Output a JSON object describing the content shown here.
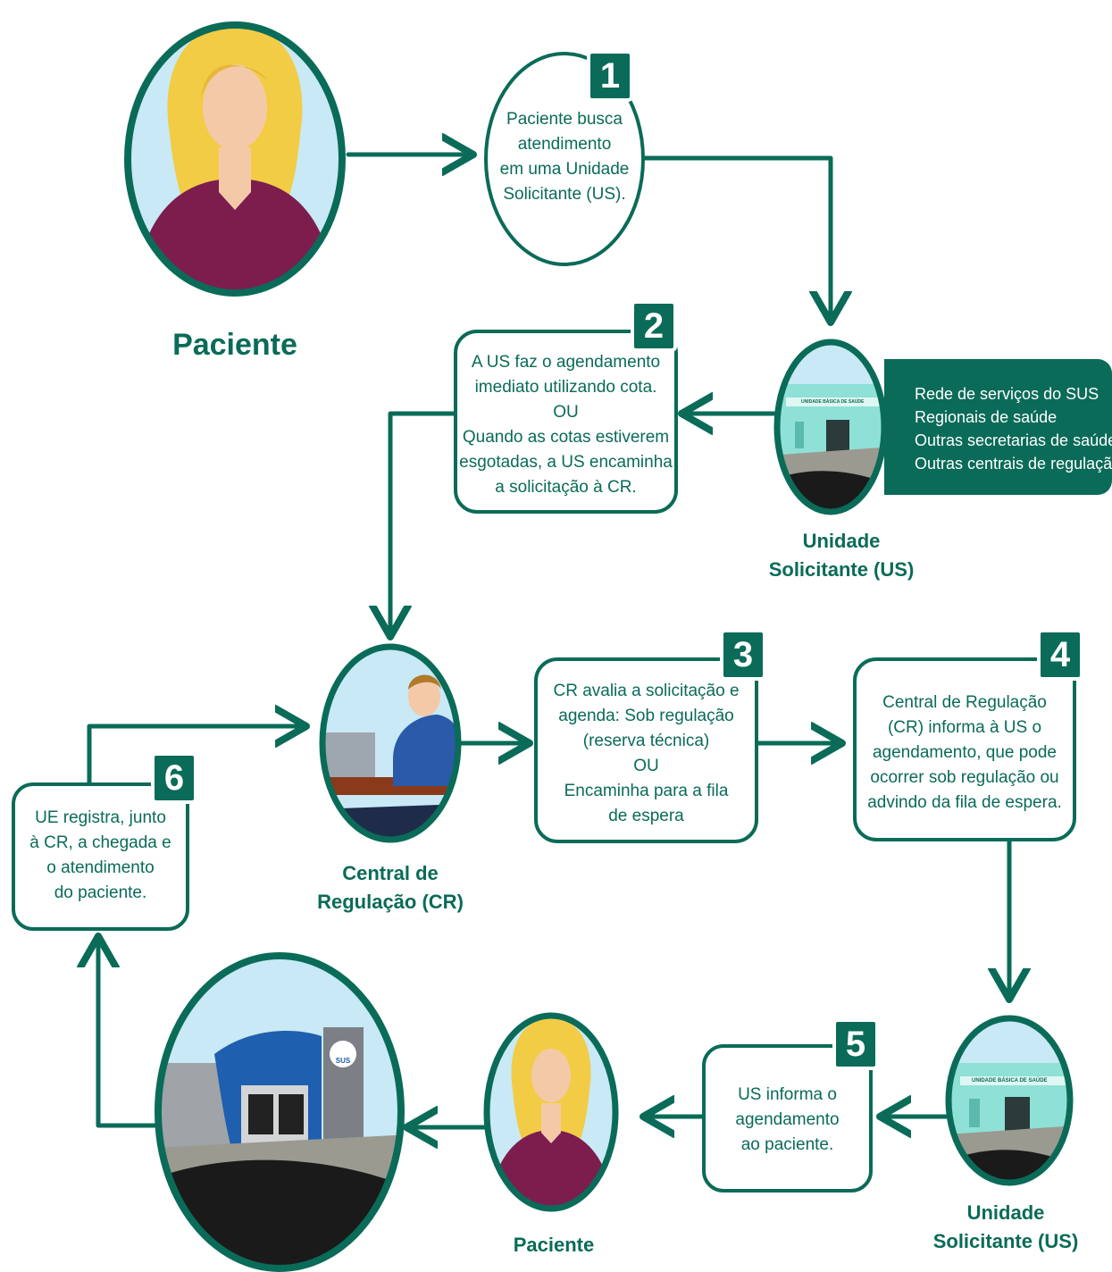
{
  "colors": {
    "primary": "#0a6b58",
    "sky": "#c8e9f5",
    "hair": "#f2cc45",
    "shirt": "#7c1d4e",
    "building": "#8fe0d6"
  },
  "nodes": {
    "paciente_top": {
      "label": "Paciente"
    },
    "us_top": {
      "label_lines": [
        "Unidade",
        "Solicitante (US)"
      ]
    },
    "cr": {
      "label_lines": [
        "Central de",
        "Regulação (CR)"
      ]
    },
    "us_bottom": {
      "label_lines": [
        "Unidade",
        "Solicitante (US)"
      ]
    },
    "paciente_bottom": {
      "label": "Paciente"
    }
  },
  "us_network": [
    "Rede de serviços do SUS",
    "Regionais de saúde",
    "Outras secretarias de saúde",
    "Outras centrais de regulação"
  ],
  "building_signs": {
    "us": "UNIDADE BÁSICA DE SAÚDE",
    "ue": "SUS"
  },
  "steps": [
    {
      "number": "1",
      "lines": [
        "Paciente busca",
        "atendimento",
        "em uma Unidade",
        "Solicitante (US)."
      ]
    },
    {
      "number": "2",
      "lines": [
        "A US faz o agendamento",
        "imediato utilizando cota.",
        "OU",
        "Quando as cotas estiverem",
        "esgotadas, a US encaminha",
        "a solicitação à CR."
      ]
    },
    {
      "number": "3",
      "lines": [
        "CR avalia a solicitação e",
        "agenda: Sob regulação",
        "(reserva técnica)",
        "OU",
        "Encaminha para a fila",
        "de espera"
      ]
    },
    {
      "number": "4",
      "lines": [
        "Central de Regulação",
        "(CR) informa à US o",
        "agendamento, que pode",
        "ocorrer sob regulação ou",
        "advindo da fila de espera."
      ]
    },
    {
      "number": "5",
      "lines": [
        "US informa o",
        "agendamento",
        "ao paciente."
      ]
    },
    {
      "number": "6",
      "lines": [
        "UE registra, junto",
        "à CR, a chegada e",
        "o atendimento",
        "do paciente."
      ]
    }
  ]
}
